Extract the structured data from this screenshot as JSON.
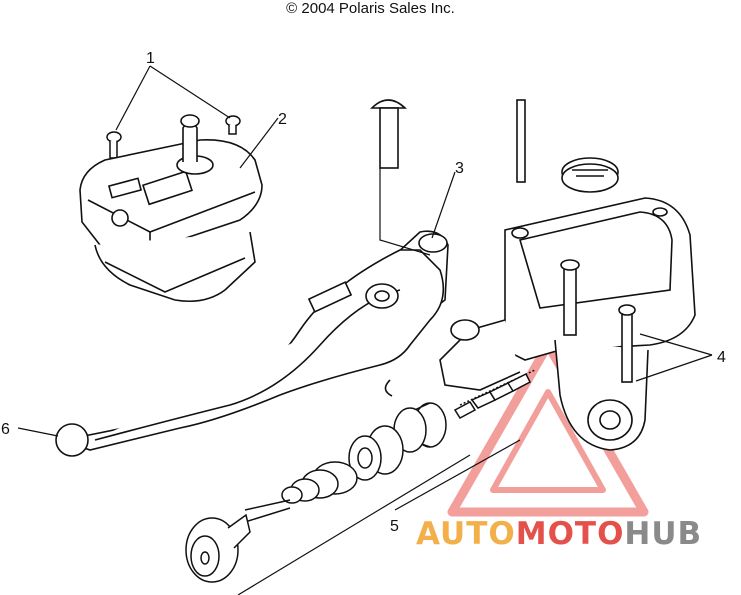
{
  "header": {
    "copyright": "© 2004 Polaris Sales Inc."
  },
  "callouts": [
    {
      "id": "1",
      "label": "1"
    },
    {
      "id": "2",
      "label": "2"
    },
    {
      "id": "3",
      "label": "3"
    },
    {
      "id": "4",
      "label": "4"
    },
    {
      "id": "5",
      "label": "5"
    },
    {
      "id": "6",
      "label": "6"
    }
  ],
  "watermark": {
    "part1": "AUTO",
    "part2": "MOTO",
    "part3": "HUB",
    "colors": {
      "auto": "#f3b04a",
      "moto": "#e4504a",
      "hub": "#8a8a8a",
      "triangle": "#e9524c"
    },
    "icon": "warning-triangle-logo"
  },
  "colors": {
    "line": "#111111",
    "background": "#ffffff"
  }
}
